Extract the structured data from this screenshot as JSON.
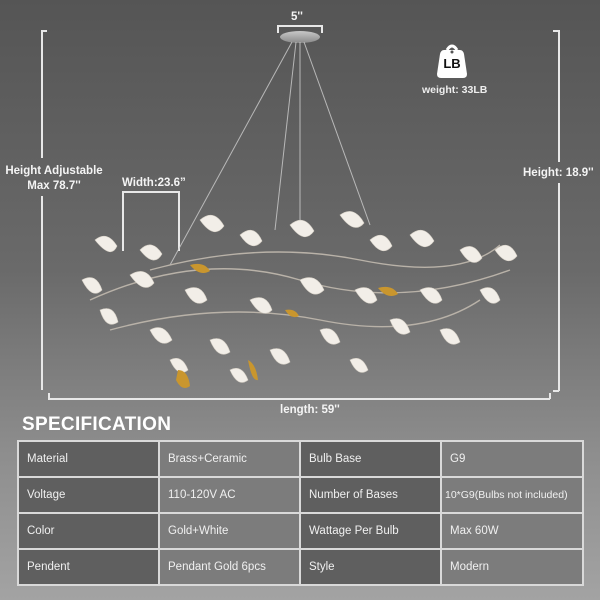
{
  "dimensions": {
    "canopy_width": "5''",
    "height_adjustable_line1": "Height Adjustable",
    "height_adjustable_line2": "Max 78.7''",
    "width": "Width:23.6”",
    "height": "Height: 18.9''",
    "length": "length: 59''",
    "weight_icon_text": "LB",
    "weight": "weight: 33LB"
  },
  "colors": {
    "background_top": "#555555",
    "background_bottom": "#a3a3a3",
    "table_key_cell": "#5f5f5f",
    "table_value_cell": "#7c7c7c",
    "table_border": "#d9d9d9",
    "leaf_white": "#f2eee8",
    "leaf_gold": "#c9962e"
  },
  "specification": {
    "title": "SPECIFICATION",
    "rows": [
      {
        "k1": "Material",
        "v1": "Brass+Ceramic",
        "k2": "Bulb Base",
        "v2": "G9"
      },
      {
        "k1": "Voltage",
        "v1": "110-120V AC",
        "k2": "Number of Bases",
        "v2": "10*G9(Bulbs not included)"
      },
      {
        "k1": "Color",
        "v1": "Gold+White",
        "k2": "Wattage Per Bulb",
        "v2": "Max 60W"
      },
      {
        "k1": "Pendent",
        "v1": "Pendant Gold 6pcs",
        "k2": "Style",
        "v2": "Modern"
      }
    ]
  }
}
